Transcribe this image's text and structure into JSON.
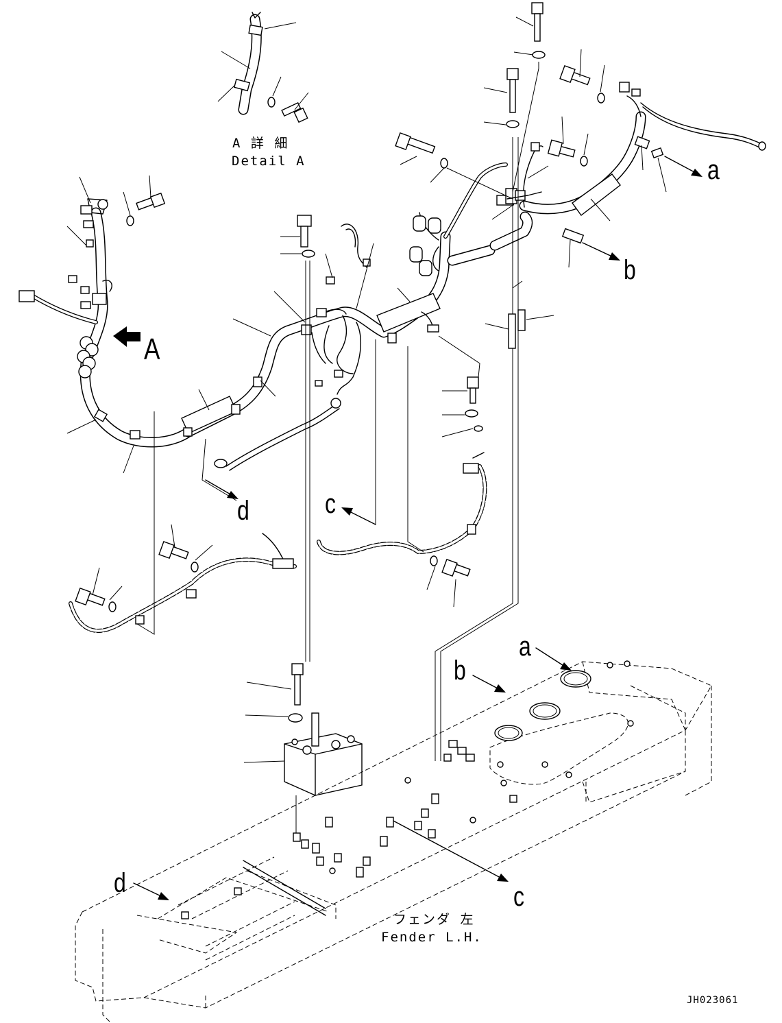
{
  "detail_caption": {
    "jp": "A 詳 細",
    "en": "Detail A"
  },
  "view_arrow_label": "A",
  "connection_letters": [
    "a",
    "b",
    "c",
    "d"
  ],
  "fender_caption": {
    "jp": "フェンダ 左",
    "en": "Fender L.H."
  },
  "drawing_code": "JH023061"
}
